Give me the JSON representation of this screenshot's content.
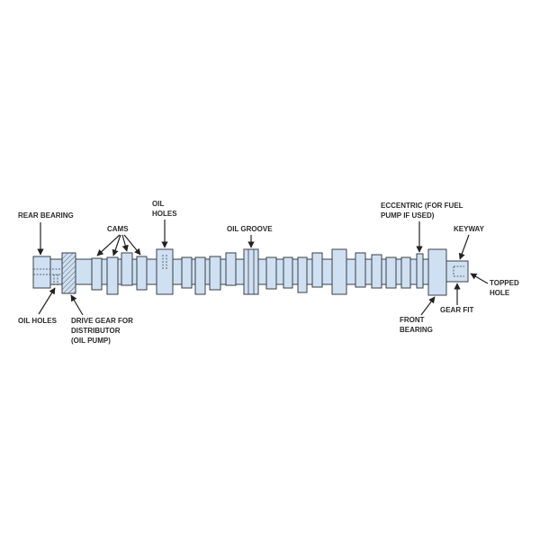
{
  "title": "Camshaft parts",
  "labels": {
    "rear_bearing": "REAR BEARING",
    "cams": "CAMS",
    "oil_holes_top_1": "OIL",
    "oil_holes_top_2": "HOLES",
    "oil_groove": "OIL GROOVE",
    "eccentric_1": "ECCENTRIC (FOR FUEL",
    "eccentric_2": "PUMP IF USED)",
    "keyway": "KEYWAY",
    "topped_hole_1": "TOPPED",
    "topped_hole_2": "HOLE",
    "gear_fit": "GEAR FIT",
    "front_bearing_1": "FRONT",
    "front_bearing_2": "BEARING",
    "oil_holes_bottom": "OIL HOLES",
    "drive_gear_1": "DRIVE GEAR FOR",
    "drive_gear_2": "DISTRIBUTOR",
    "drive_gear_3": "(OIL PUMP)"
  },
  "colors": {
    "part_fill": "#cfe0f2",
    "outline": "#3a3f48"
  }
}
